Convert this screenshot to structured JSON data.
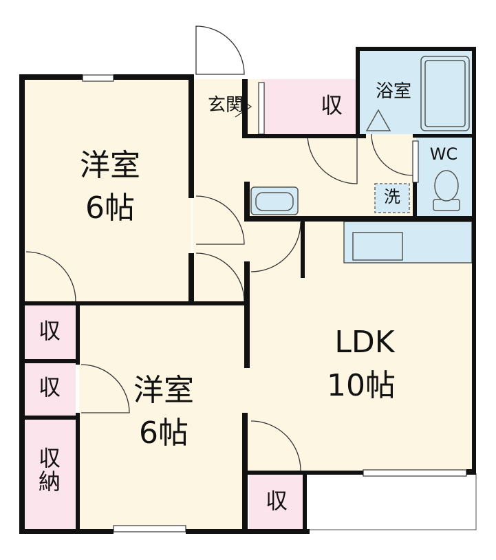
{
  "rooms": {
    "western_room_top": {
      "name": "洋室",
      "size": "6帖"
    },
    "western_room_bottom": {
      "name": "洋室",
      "size": "6帖"
    },
    "ldk": {
      "name": "LDK",
      "size": "10帖"
    },
    "entrance": "玄関",
    "bathroom": "浴室",
    "toilet": "WC",
    "washer": "洗",
    "storage": "収",
    "storage_closet": "収\n納"
  },
  "colors": {
    "floor": "#fdf6e3",
    "storage": "#fbe4ec",
    "wet_area": "#d4eaf5",
    "wall": "#111111"
  }
}
